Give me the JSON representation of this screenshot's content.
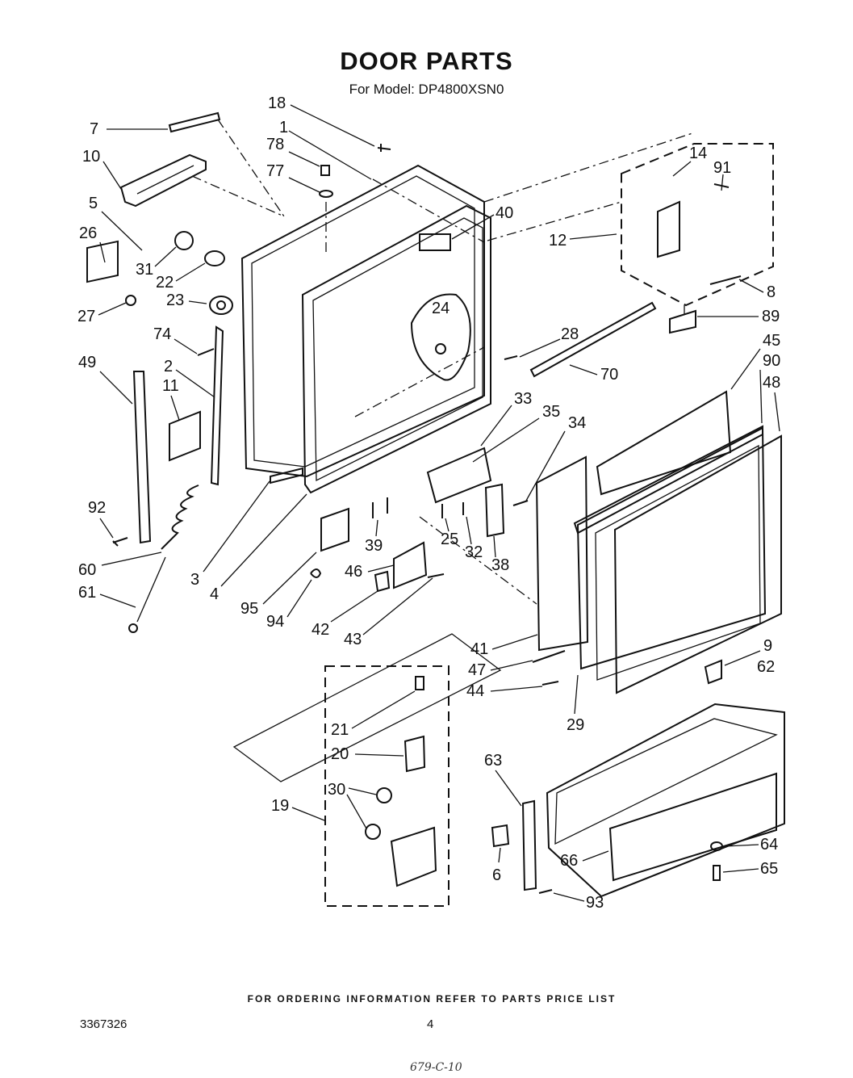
{
  "header": {
    "title": "DOOR PARTS",
    "subtitle": "For Model: DP4800XSN0"
  },
  "footer": {
    "note": "FOR ORDERING INFORMATION REFER TO PARTS PRICE LIST",
    "doc_number": "3367326",
    "page_number": "4",
    "handwritten_note": "679-C-10"
  },
  "callouts": [
    "18",
    "1",
    "78",
    "77",
    "7",
    "10",
    "5",
    "26",
    "31",
    "22",
    "23",
    "27",
    "74",
    "49",
    "2",
    "11",
    "92",
    "60",
    "61",
    "40",
    "24",
    "14",
    "91",
    "12",
    "8",
    "89",
    "28",
    "70",
    "45",
    "90",
    "48",
    "33",
    "35",
    "34",
    "25",
    "32",
    "38",
    "39",
    "46",
    "3",
    "4",
    "95",
    "94",
    "42",
    "43",
    "41",
    "47",
    "44",
    "29",
    "9",
    "62",
    "21",
    "20",
    "30",
    "19",
    "63",
    "6",
    "66",
    "64",
    "65",
    "93"
  ]
}
